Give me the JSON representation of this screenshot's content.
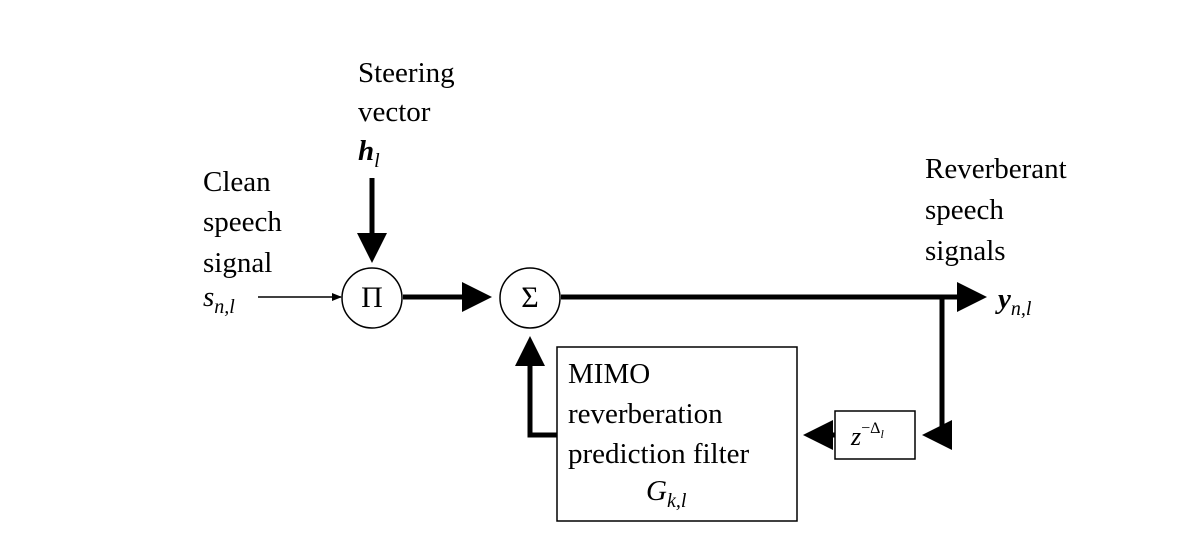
{
  "steering": {
    "line1": "Steering",
    "line2": "vector",
    "symbol": "h",
    "subscript": "l"
  },
  "clean": {
    "line1": "Clean",
    "line2": "speech",
    "line3": "signal",
    "symbol": "s",
    "subscript": "n,l"
  },
  "reverberant": {
    "line1": "Reverberant",
    "line2": "speech",
    "line3": "signals",
    "symbol": "y",
    "subscript": "n,l"
  },
  "product_node": {
    "symbol": "Π"
  },
  "sum_node": {
    "symbol": "Σ"
  },
  "filter": {
    "line1": "MIMO",
    "line2": "reverberation",
    "line3": "prediction filter",
    "symbol": "G",
    "subscript": "k,l"
  },
  "delay": {
    "base": "z",
    "exponent": "−Δ",
    "exponent_sub": "l"
  }
}
